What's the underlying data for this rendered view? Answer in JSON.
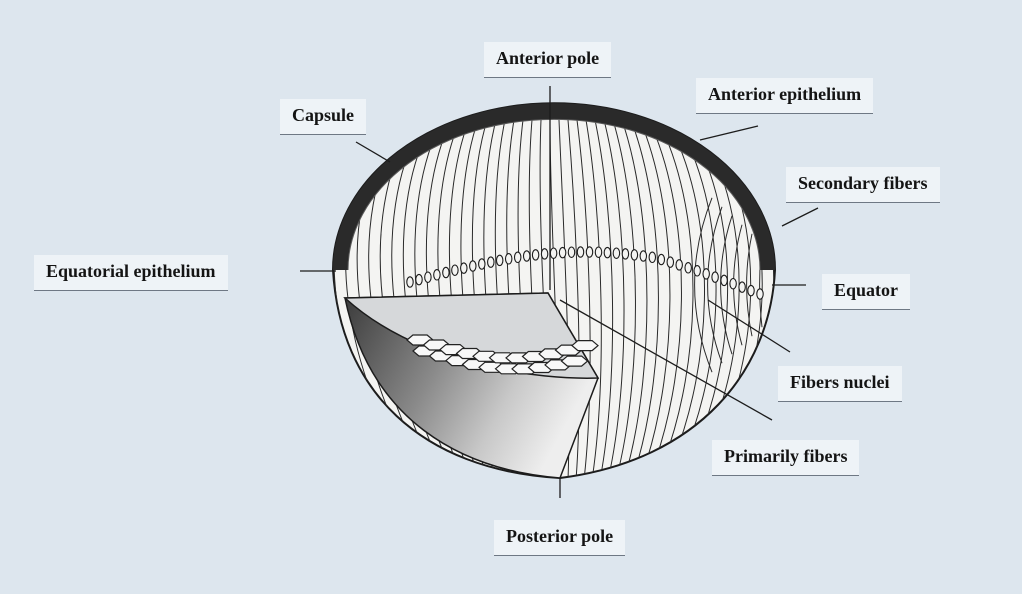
{
  "labels": {
    "anterior_pole": "Anterior pole",
    "anterior_epithelium": "Anterior epithelium",
    "capsule": "Capsule",
    "secondary_fibers": "Secondary fibers",
    "equatorial_epithelium": "Equatorial epithelium",
    "equator": "Equator",
    "fibers_nuclei": "Fibers nuclei",
    "primarily_fibers": "Primarily fibers",
    "posterior_pole": "Posterior pole"
  },
  "colors": {
    "background": "#dde6ee",
    "label_panel": "#eef3f7",
    "ink": "#141414",
    "capsule_band": "#2a2a2a"
  }
}
